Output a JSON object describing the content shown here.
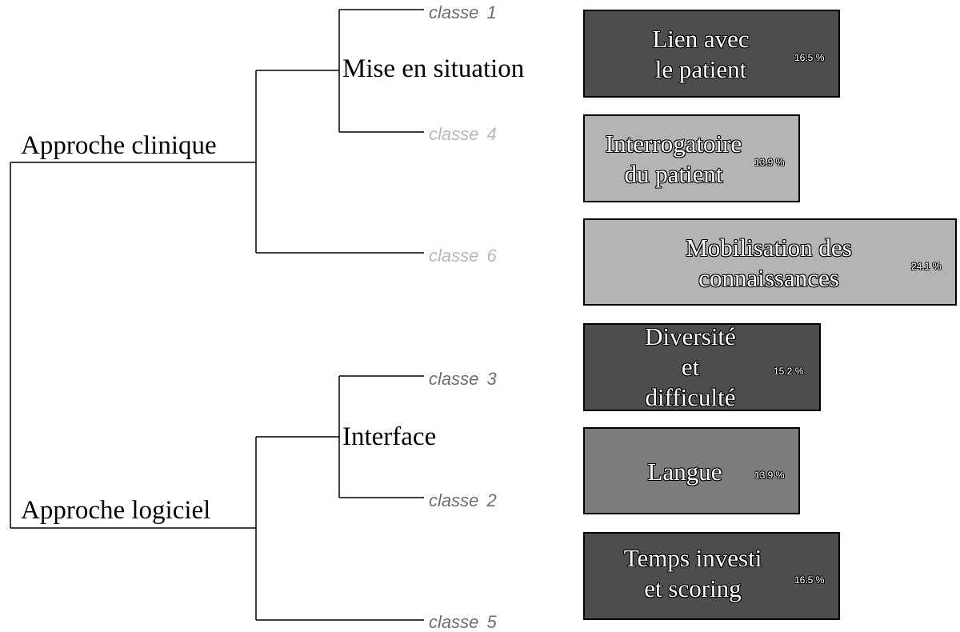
{
  "colors": {
    "dark": "#4d4d4d",
    "light": "#b4b4b4",
    "medium": "#7c7c7c",
    "classe_dark": "#6e6e6e",
    "classe_light": "#b8b8b8"
  },
  "tree": {
    "root_left": "Approche clinique",
    "root_right": "Approche logiciel",
    "sub_top": "Mise en situation",
    "sub_bottom": "Interface"
  },
  "classes": [
    {
      "label": "classe  1",
      "shade": "dark"
    },
    {
      "label": "classe  4",
      "shade": "light"
    },
    {
      "label": "classe  6",
      "shade": "light"
    },
    {
      "label": "classe  3",
      "shade": "dark"
    },
    {
      "label": "classe  2",
      "shade": "dark"
    },
    {
      "label": "classe  5",
      "shade": "dark"
    }
  ],
  "boxes": [
    {
      "label": "Lien avec\nle patient",
      "pct": "16.5 %",
      "shade": "dark"
    },
    {
      "label": "Interrogatoire\ndu patient",
      "pct": "13.9 %",
      "shade": "light"
    },
    {
      "label": "Mobilisation des\nconnaissances",
      "pct": "24.1 %",
      "shade": "light"
    },
    {
      "label": "Diversité\net\ndifficulté",
      "pct": "15.2 %",
      "shade": "dark"
    },
    {
      "label": "Langue",
      "pct": "13.9 %",
      "shade": "medium"
    },
    {
      "label": "Temps investi\net scoring",
      "pct": "16.5 %",
      "shade": "dark"
    }
  ]
}
